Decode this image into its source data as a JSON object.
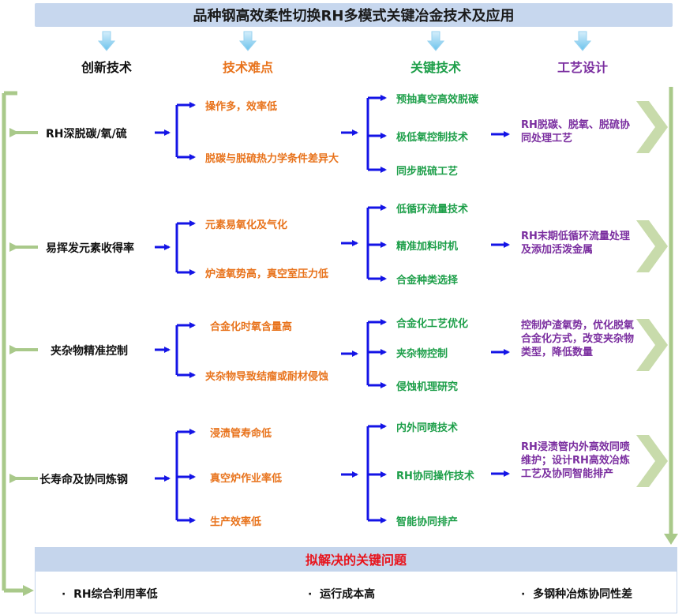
{
  "title": "品种钢高效柔性切换RH多模式关键冶金技术及应用",
  "columns": [
    {
      "label": "创新技术",
      "color": "#111111"
    },
    {
      "label": "技术难点",
      "color": "#e8731c"
    },
    {
      "label": "关键技术",
      "color": "#1e9f4a"
    },
    {
      "label": "工艺设计",
      "color": "#7b2fa0"
    }
  ],
  "rows": [
    {
      "innovation": "RH深脱碳/氧/硫",
      "difficulties": [
        "操作多，效率低",
        "脱碳与脱硫热力学条件差异大"
      ],
      "key_techs": [
        "预抽真空高效脱碳",
        "极低氧控制技术",
        "同步脱硫工艺"
      ],
      "process": "RH脱碳、脱氧、脱硫协同处理工艺"
    },
    {
      "innovation": "易挥发元素收得率",
      "difficulties": [
        "元素易氧化及气化",
        "炉渣氧势高，真空室压力低"
      ],
      "key_techs": [
        "低循环流量技术",
        "精准加料时机",
        "合金种类选择"
      ],
      "process": "RH末期低循环流量处理及添加活泼金属"
    },
    {
      "innovation": "夹杂物精准控制",
      "difficulties": [
        "合金化时氧含量高",
        "夹杂物导致结瘤或耐材侵蚀"
      ],
      "key_techs": [
        "合金化工艺优化",
        "夹杂物控制",
        "侵蚀机理研究"
      ],
      "process": "控制炉渣氧势，优化脱氧合金化方式，改变夹杂物类型，降低数量"
    },
    {
      "innovation": "长寿命及协同炼钢",
      "difficulties": [
        "浸渍管寿命低",
        "真空炉作业率低",
        "生产效率低"
      ],
      "key_techs": [
        "内外同喷技术",
        "RH协同操作技术",
        "智能协同排产"
      ],
      "process": "RH浸渍管内外高效同喷维护；设计RH高效冶炼工艺及协同智能排产"
    }
  ],
  "problems": {
    "title": "拟解决的关键问题",
    "items": [
      "RH综合利用率低",
      "运行成本高",
      "多钢种冶炼协同性差"
    ]
  },
  "colors": {
    "blue_arrow": "#1414e6",
    "green_arrow": "#a9c98a",
    "chevron": "#c8dbab",
    "header_bg": "#c7d7ee"
  },
  "icons": [
    "down-arrow-icon",
    "bullet-icon"
  ]
}
